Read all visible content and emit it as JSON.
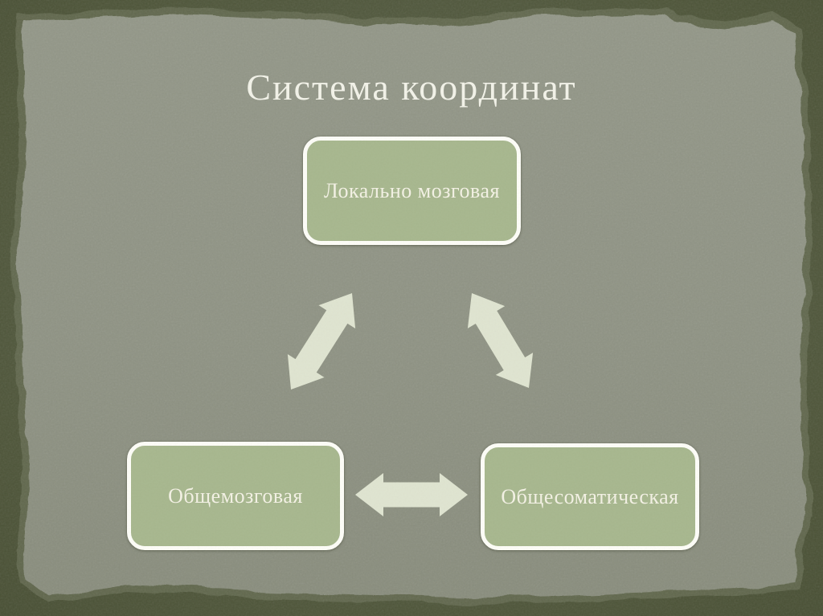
{
  "slide": {
    "title": "Система координат",
    "nodes": [
      {
        "id": "top",
        "label": "Локально мозговая"
      },
      {
        "id": "bottom-left",
        "label": "Общемозговая"
      },
      {
        "id": "bottom-right",
        "label": "Общесоматическая"
      }
    ],
    "edges": [
      {
        "from": "top",
        "to": "bottom-left",
        "type": "double-arrow"
      },
      {
        "from": "top",
        "to": "bottom-right",
        "type": "double-arrow"
      },
      {
        "from": "bottom-left",
        "to": "bottom-right",
        "type": "double-arrow"
      }
    ],
    "colors": {
      "background_dark": "#4e5539",
      "background_mid": "#5c634c",
      "paper": "#8f9384",
      "paper_edge": "#6e755b",
      "node_fill": "#a7b78e",
      "node_border": "#fdfdf7",
      "node_text": "#f3f1e4",
      "title_text": "#f2f2e8",
      "arrow_fill": "#dfe4d0"
    }
  }
}
